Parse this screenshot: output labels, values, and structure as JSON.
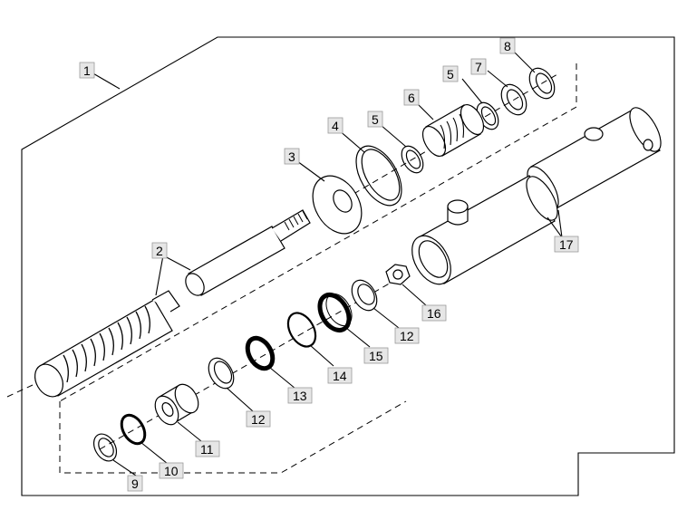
{
  "diagram": {
    "labels": {
      "l1": "1",
      "l2": "2",
      "l3": "3",
      "l4": "4",
      "l5a": "5",
      "l5b": "5",
      "l6": "6",
      "l7": "7",
      "l8": "8",
      "l9": "9",
      "l10": "10",
      "l11": "11",
      "l12a": "12",
      "l12b": "12",
      "l13": "13",
      "l14": "14",
      "l15": "15",
      "l16": "16",
      "l17": "17"
    }
  }
}
